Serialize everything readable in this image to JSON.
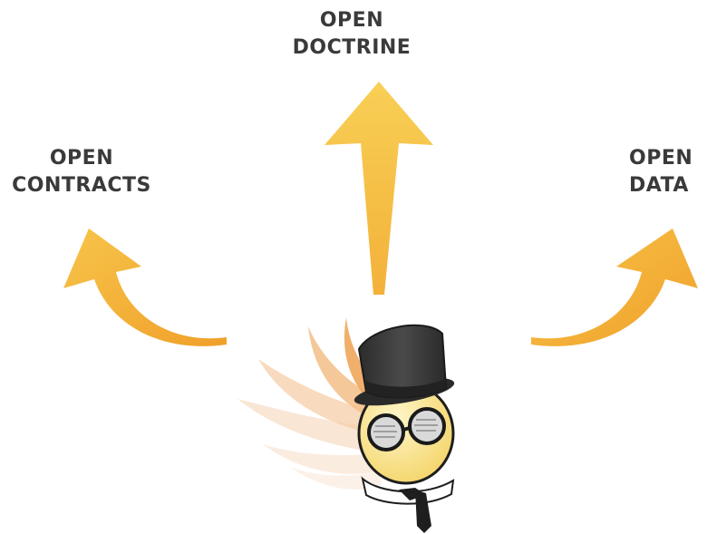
{
  "labels": {
    "doctrine": {
      "line1": "OPEN",
      "line2": "DOCTRINE"
    },
    "contracts": {
      "line1": "OPEN",
      "line2": "CONTRACTS"
    },
    "data": {
      "line1": "OPEN",
      "line2": "DATA"
    }
  },
  "colors": {
    "arrow_light": "#f7c94a",
    "arrow_dark": "#f0a02a",
    "text": "#3a3a3a",
    "hat": "#3b3b3b",
    "face": "#fbe68a",
    "flame": "#f2a04a"
  },
  "icons": {
    "arrow_up": "arrow-up-icon",
    "arrow_left": "curved-arrow-left-icon",
    "arrow_right": "curved-arrow-right-icon",
    "mascot": "top-hat-mascot-icon"
  }
}
